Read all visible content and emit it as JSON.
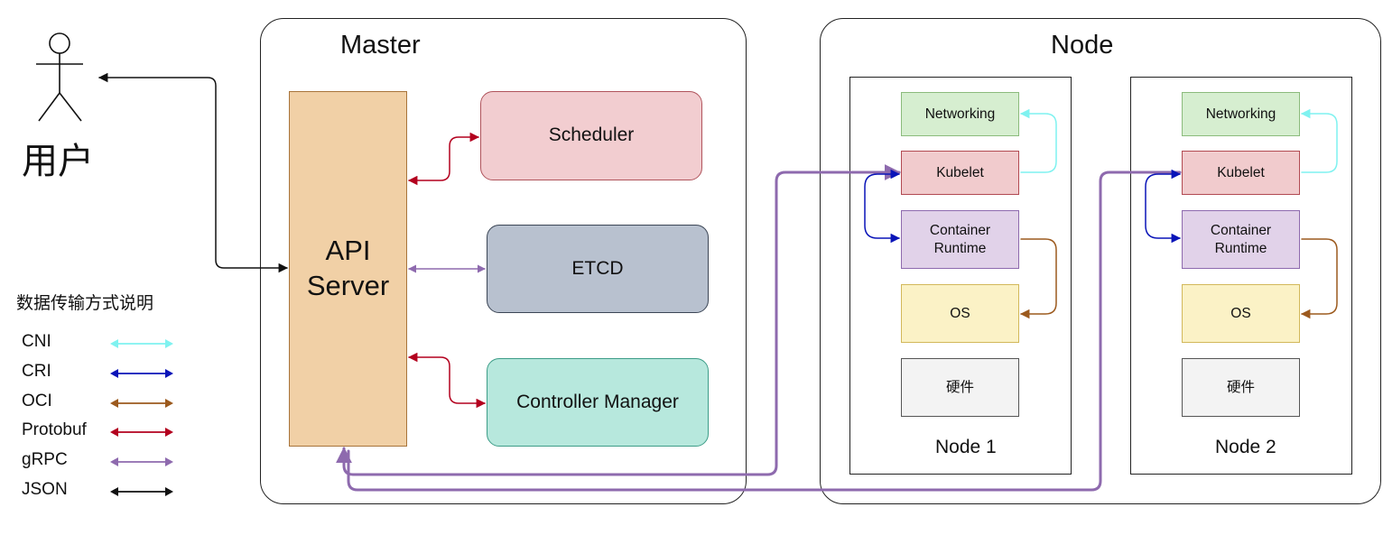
{
  "user": {
    "label": "用户"
  },
  "master": {
    "title": "Master",
    "api_server": "API\nServer",
    "scheduler": "Scheduler",
    "etcd": "ETCD",
    "controller_manager": "Controller Manager"
  },
  "node_panel": {
    "title": "Node",
    "nodes": [
      {
        "name": "Node 1",
        "networking": "Networking",
        "kubelet": "Kubelet",
        "runtime": "Container\nRuntime",
        "os": "OS",
        "hardware": "硬件"
      },
      {
        "name": "Node 2",
        "networking": "Networking",
        "kubelet": "Kubelet",
        "runtime": "Container\nRuntime",
        "os": "OS",
        "hardware": "硬件"
      }
    ]
  },
  "legend": {
    "title": "数据传输方式说明",
    "items": [
      {
        "label": "CNI",
        "color": "#7ff2f0"
      },
      {
        "label": "CRI",
        "color": "#0a14b8"
      },
      {
        "label": "OCI",
        "color": "#9c5a1e"
      },
      {
        "label": "Protobuf",
        "color": "#b3001e"
      },
      {
        "label": "gRPC",
        "color": "#8e6aae"
      },
      {
        "label": "JSON",
        "color": "#111111"
      }
    ]
  },
  "colors": {
    "api_fill": "#f1d0a6",
    "api_border": "#a8743a",
    "scheduler_fill": "#f2cdd0",
    "scheduler_border": "#b0545c",
    "etcd_fill": "#b8c1cf",
    "etcd_border": "#3c4656",
    "controller_fill": "#b7e8dd",
    "controller_border": "#3d9d88",
    "networking_fill": "#d6eed0",
    "networking_border": "#8bbb7c",
    "kubelet_fill": "#f1cbcd",
    "kubelet_border": "#b24a52",
    "runtime_fill": "#e1d2e9",
    "runtime_border": "#8e6aae",
    "os_fill": "#fbf2c6",
    "os_border": "#d2b85a",
    "hardware_fill": "#f3f3f3",
    "hardware_border": "#555555"
  }
}
